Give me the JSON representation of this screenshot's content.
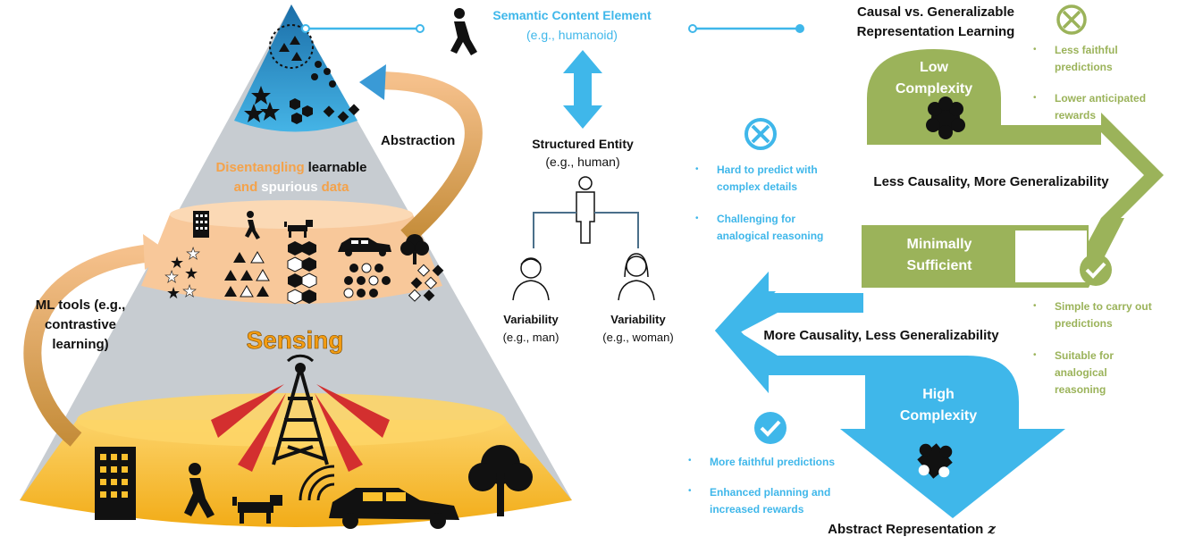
{
  "pyramid": {
    "abstraction_label": "Abstraction",
    "disentangle": {
      "line1": [
        "Disentangling",
        "learnable"
      ],
      "line2": [
        "and",
        "spurious",
        "data"
      ]
    },
    "ml_tools": [
      "ML tools (e.g.,",
      "contrastive",
      "learning)"
    ],
    "sensing_label": "Sensing"
  },
  "semantic": {
    "title": "Semantic Content Element",
    "subtitle": "(e.g., humanoid)"
  },
  "entity": {
    "title": "Structured Entity",
    "subtitle": "(e.g., human)",
    "variability_man": {
      "title": "Variability",
      "subtitle": "(e.g., man)"
    },
    "variability_woman": {
      "title": "Variability",
      "subtitle": "(e.g., woman)"
    }
  },
  "middle_cons": [
    [
      "Hard to predict with",
      "complex details"
    ],
    [
      "Challenging for",
      "analogical reasoning"
    ]
  ],
  "causal": {
    "title_line1": "Causal vs. Generalizable",
    "title_line2": "Representation Learning",
    "low": [
      "Low",
      "Complexity"
    ],
    "minimal": [
      "Minimally",
      "Sufficient"
    ],
    "high": [
      "High",
      "Complexity"
    ],
    "less_causality": "Less Causality, More Generalizability",
    "more_causality": "More Causality, Less Generalizability",
    "abstract_rep": "Abstract Representation",
    "abstract_symbol": "z"
  },
  "top_right_cons": [
    [
      "Less faithful",
      "predictions"
    ],
    [
      "Lower anticipated",
      "rewards"
    ]
  ],
  "right_pros": [
    [
      "Simple to carry out",
      "predictions"
    ],
    [
      "Suitable for",
      "analogical",
      "reasoning"
    ]
  ],
  "bottom_pros": [
    [
      "More faithful predictions"
    ],
    [
      "Enhanced planning and",
      "increased rewards"
    ]
  ],
  "colors": {
    "blue": "#3fb7ea",
    "green": "#9bb35a",
    "orange": "#f4a24a",
    "gold": "#fbc02d",
    "gray": "#c7ccd1"
  }
}
